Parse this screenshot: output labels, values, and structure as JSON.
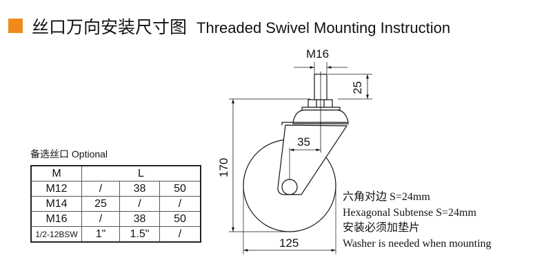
{
  "header": {
    "title_cn": "丝口万向安装尺寸图",
    "title_en": "Threaded Swivel Mounting Instruction",
    "accent": "#f08a1c"
  },
  "table": {
    "caption": "备选丝口 Optional",
    "headers": [
      "M",
      "L"
    ],
    "rows": [
      [
        "M12",
        "/",
        "38",
        "50"
      ],
      [
        "M14",
        "25",
        "/",
        "/"
      ],
      [
        "M16",
        "/",
        "38",
        "50"
      ],
      [
        "1/2-12BSW",
        "1\"",
        "1.5\"",
        "/"
      ]
    ]
  },
  "dimensions": {
    "thread": "M16",
    "stem_length": "25",
    "height": "170",
    "offset": "35",
    "wheel_diameter": "125"
  },
  "notes": [
    "六角对边 S=24mm",
    "Hexagonal Subtense S=24mm",
    "安装必须加垫片",
    "Washer is needed when mounting"
  ]
}
